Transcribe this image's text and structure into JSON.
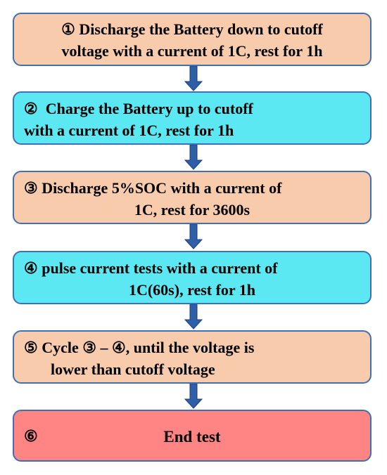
{
  "colors": {
    "discharge_box": "#f8cbad",
    "charge_box": "#5ce8f2",
    "end_box": "#ff8585",
    "border": "#3f6fb5",
    "arrow_fill": "#2e5fa8",
    "arrow_stroke": "#1c3d78"
  },
  "steps": [
    {
      "number": "①",
      "lines": [
        "Discharge the Battery down to cutoff",
        "voltage with a current of 1C, rest for 1h"
      ],
      "color": "#f8cbad"
    },
    {
      "number": "②",
      "lines": [
        "Charge the Battery up to cutoff",
        "with a current of 1C, rest for 1h"
      ],
      "color": "#5ce8f2"
    },
    {
      "number": "③",
      "lines": [
        "Discharge 5%SOC with a current of",
        "1C, rest for 3600s"
      ],
      "color": "#f8cbad"
    },
    {
      "number": "④",
      "lines": [
        "pulse current tests with a current of",
        "1C(60s), rest for 1h"
      ],
      "color": "#5ce8f2"
    },
    {
      "number": "⑤",
      "lines": [
        "Cycle ③ – ④, until the voltage is",
        "lower than cutoff  voltage"
      ],
      "color": "#f8cbad"
    },
    {
      "number": "⑥",
      "lines": [
        "End  test"
      ],
      "color": "#ff8585"
    }
  ]
}
